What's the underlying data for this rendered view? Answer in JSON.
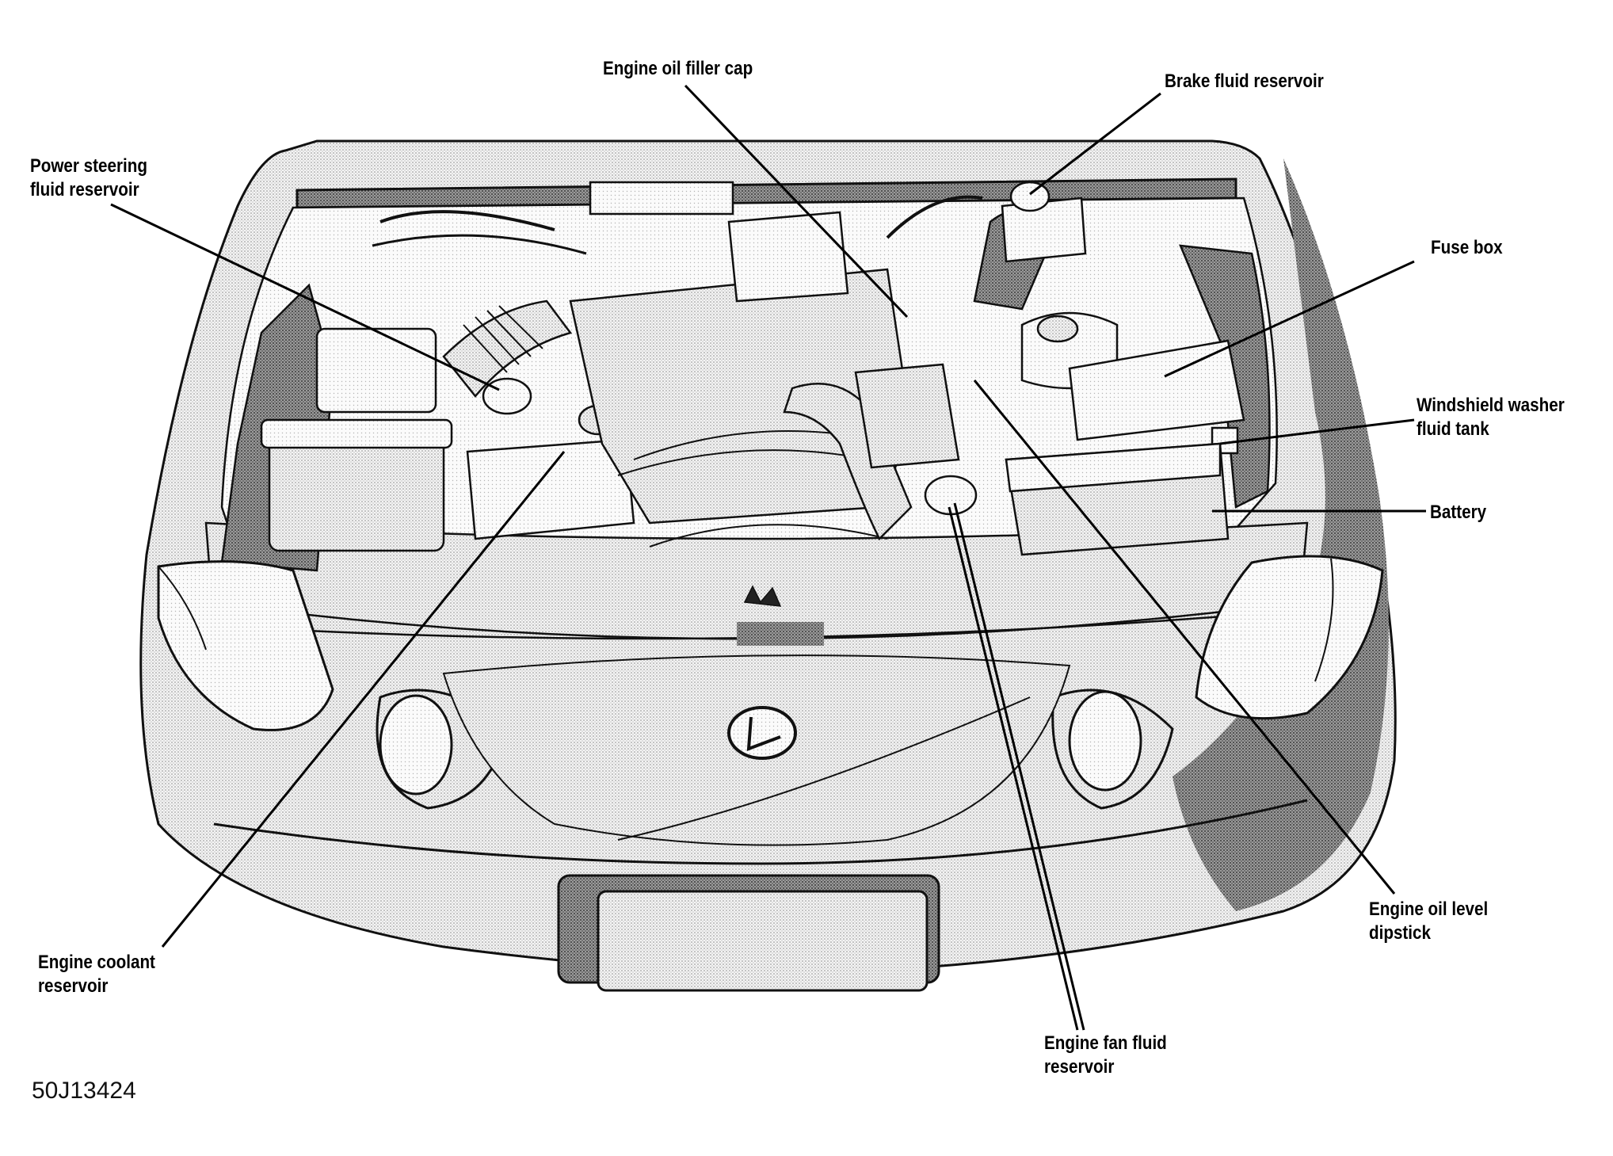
{
  "callouts": {
    "engine_oil_filler_cap": "Engine oil filler cap",
    "brake_fluid_reservoir": "Brake fluid reservoir",
    "power_steering": [
      "Power steering",
      "fluid reservoir"
    ],
    "fuse_box": "Fuse box",
    "windshield_washer": [
      "Windshield washer",
      "fluid tank"
    ],
    "battery": "Battery",
    "engine_oil_level": [
      "Engine oil level",
      "dipstick"
    ],
    "engine_coolant": [
      "Engine coolant",
      "reservoir"
    ],
    "engine_fan_fluid": [
      "Engine fan fluid",
      "reservoir"
    ]
  },
  "figure_code": "50J13424"
}
